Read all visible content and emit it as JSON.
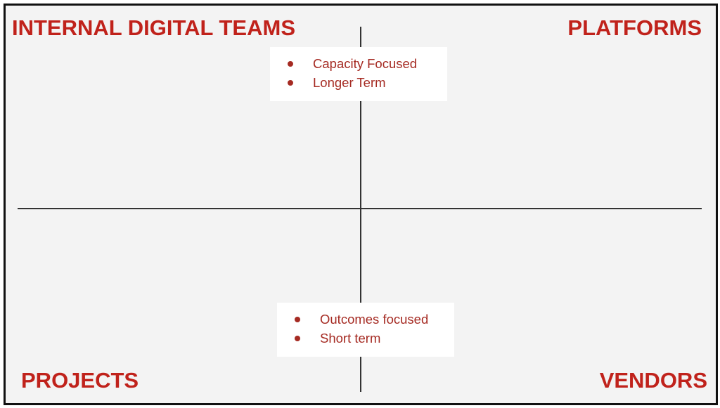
{
  "quadrants": {
    "top_left": "INTERNAL DIGITAL TEAMS",
    "top_right": "PLATFORMS",
    "bottom_left": "PROJECTS",
    "bottom_right": "VENDORS"
  },
  "top_box": {
    "items": [
      "Capacity Focused",
      "Longer Term"
    ]
  },
  "bottom_box": {
    "items": [
      "Outcomes focused",
      "Short term"
    ]
  },
  "colors": {
    "label": "#c0221b",
    "bullet_text": "#a52a22",
    "background": "#f3f3f3",
    "axis": "#333333"
  },
  "icons": {
    "bullet": "bullet-dot-icon"
  }
}
